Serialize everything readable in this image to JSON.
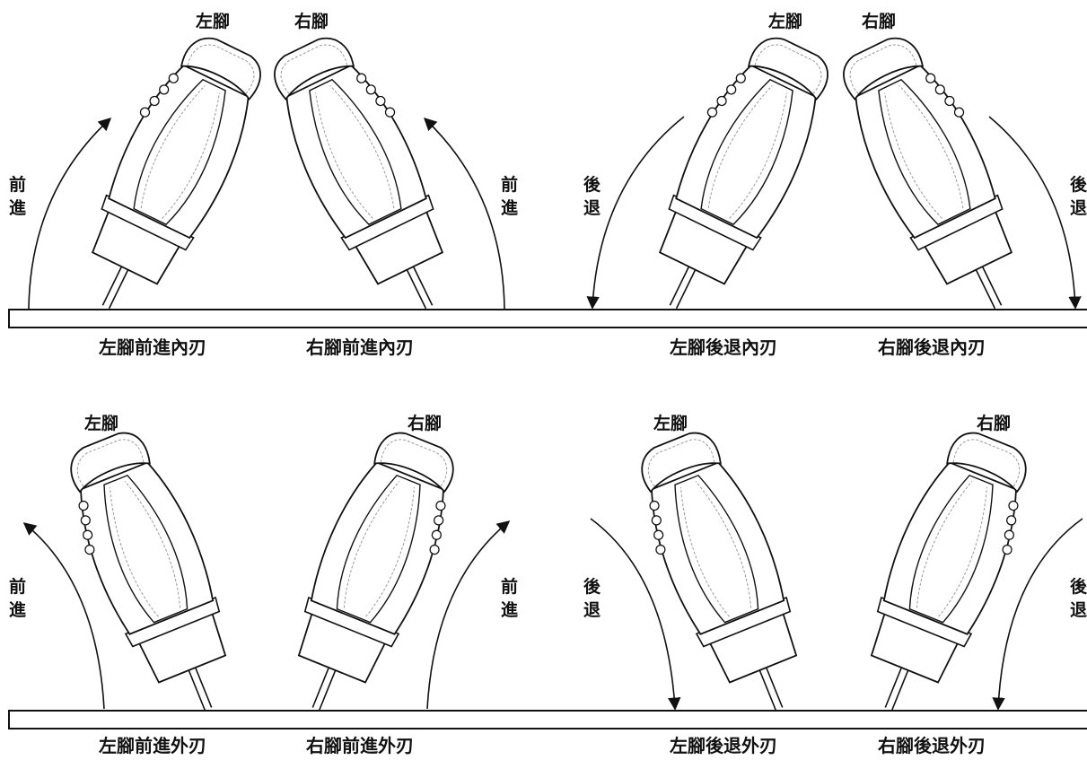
{
  "foot_labels": {
    "left": "左腳",
    "right": "右腳"
  },
  "direction_labels": {
    "forward": [
      "前",
      "進"
    ],
    "backward": [
      "後",
      "退"
    ]
  },
  "captions": {
    "top_row": [
      "左腳前進內刃",
      "右腳前進內刃",
      "左腳後退內刃",
      "右腳後退內刃"
    ],
    "bottom_row": [
      "左腳前進外刃",
      "右腳前進外刃",
      "左腳後退外刃",
      "右腳後退外刃"
    ]
  },
  "colors": {
    "line": "#111111",
    "stitch": "#9a9a9a",
    "background": "#ffffff"
  }
}
